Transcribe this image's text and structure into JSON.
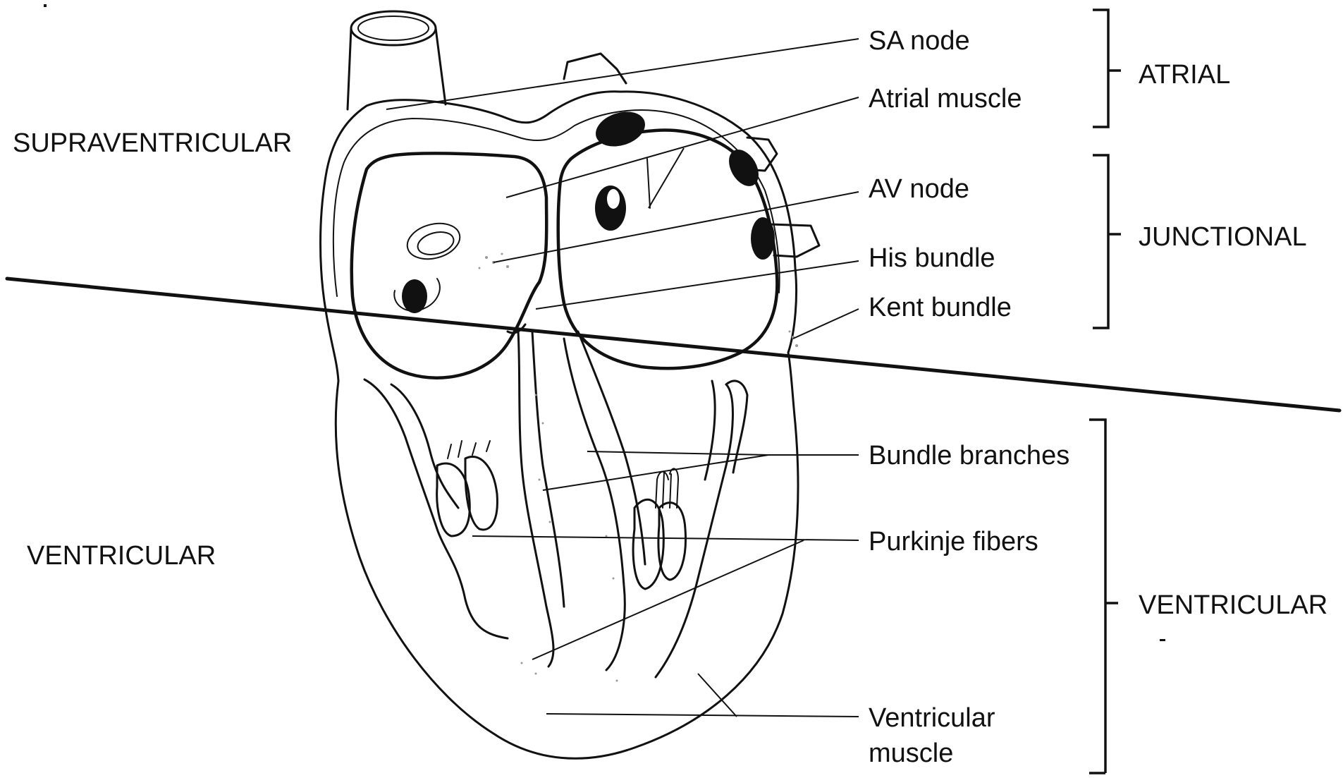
{
  "diagram": {
    "region_labels": {
      "supraventricular": "SUPRAVENTRICULAR",
      "ventricular": "VENTRICULAR"
    },
    "structure_labels": [
      {
        "key": "sa_node",
        "lines": [
          "SA node"
        ]
      },
      {
        "key": "atrial_muscle",
        "lines": [
          "Atrial muscle"
        ]
      },
      {
        "key": "av_node",
        "lines": [
          "AV node"
        ]
      },
      {
        "key": "his_bundle",
        "lines": [
          "His bundle"
        ]
      },
      {
        "key": "kent_bundle",
        "lines": [
          "Kent bundle"
        ]
      },
      {
        "key": "bundle_branches",
        "lines": [
          "Bundle branches"
        ]
      },
      {
        "key": "purkinje_fibers",
        "lines": [
          "Purkinje fibers"
        ]
      },
      {
        "key": "ventricular_muscle",
        "lines": [
          "Ventricular",
          "muscle"
        ]
      }
    ],
    "group_labels": {
      "atrial": "ATRIAL",
      "junctional": "JUNCTIONAL",
      "ventricular": "VENTRICULAR"
    }
  }
}
